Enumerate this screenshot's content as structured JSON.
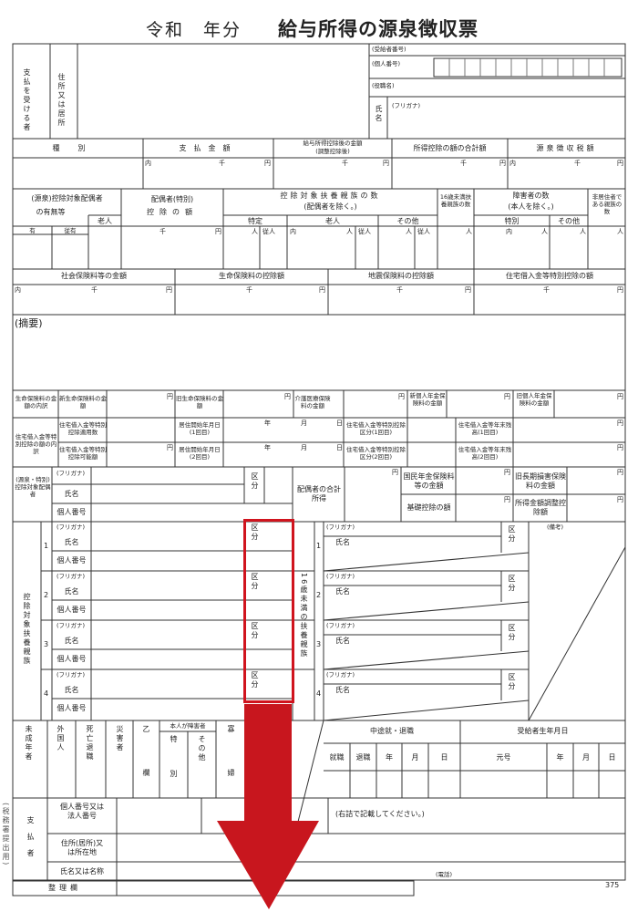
{
  "title": {
    "era": "令和　年分",
    "name": "給与所得の源泉徴収票"
  },
  "recipient": {
    "label": "支払を受ける者",
    "address": "住所又は居所",
    "recipient_no": "(受給者番号)",
    "my_number": "(個人番号)",
    "position": "(役職名)",
    "name": "氏名",
    "furigana": "(フリガナ)"
  },
  "row1": {
    "type": "種別",
    "payment": "支払金額",
    "after_deduction": "給与所得控除後の金額",
    "after_deduction_sub": "(調整控除後)",
    "total_deduction": "所得控除の額の合計額",
    "tax": "源泉徴収税額"
  },
  "units": {
    "uchi": "内",
    "sen": "千",
    "en": "円",
    "nin": "人",
    "ju": "従人",
    "year": "年",
    "month": "月",
    "day": "日"
  },
  "row2": {
    "spouse": "(源泉)控除対象配偶者",
    "spouse2": "の有無等",
    "elderly": "老人",
    "spouse_ded": "配偶者(特別)",
    "spouse_ded2": "控除の額",
    "dependents": "控除対象扶養親族の数",
    "dependents2": "(配偶者を除く。)",
    "specific": "特定",
    "elder": "老人",
    "other": "その他",
    "under16": "16歳未満扶養親族の数",
    "disabled": "障害者の数",
    "disabled2": "(本人を除く。)",
    "special": "特別",
    "other2": "その他",
    "nonresident": "非居住者である親族の数",
    "yes": "有",
    "ju_yes": "従有"
  },
  "row3": {
    "social": "社会保険料等の金額",
    "life": "生命保険料の控除額",
    "quake": "地震保険料の控除額",
    "housing": "住宅借入金等特別控除の額"
  },
  "summary": "(摘要)",
  "life_detail": {
    "label": "生命保険料の金額の内訳",
    "new_life": "新生命保険料の金額",
    "old_life": "旧生命保険料の金額",
    "care": "介護医療保険料の金額",
    "new_pension": "新個人年金保険料の金額",
    "old_pension": "旧個人年金保険料の金額"
  },
  "housing_detail": {
    "label": "住宅借入金等特別控除の額の内訳",
    "count": "住宅借入金等特別控除適用数",
    "possible": "住宅借入金等特別控除可能額",
    "start1": "居住開始年月日(1回目)",
    "start2": "居住開始年月日(2回目)",
    "class1": "住宅借入金等特別控除区分(1回目)",
    "class2": "住宅借入金等特別控除区分(2回目)",
    "bal1": "住宅借入金等年末残高(1回目)",
    "bal2": "住宅借入金等年末残高(2回目)"
  },
  "spouse_sec": {
    "label": "(源泉・特別)控除対象配偶者",
    "furigana": "(フリガナ)",
    "name": "氏名",
    "my_number": "個人番号",
    "kubun": "区分",
    "income": "配偶者の合計所得",
    "pension": "国民年金保険料等の金額",
    "old_ltc": "旧長期損害保険料の金額",
    "basic": "基礎控除の額",
    "adjust": "所得金額調整控除額"
  },
  "deps": {
    "label": "控除対象扶養親族",
    "under16": "16歳未満の扶養親族",
    "remarks": "(備考)",
    "nums": [
      "1",
      "2",
      "3",
      "4"
    ]
  },
  "flags": {
    "minor": "未成年者",
    "foreigner": "外国人",
    "death": "死亡退職",
    "disaster": "災害者",
    "otsu": "乙欄",
    "self_dis": "本人が障害者",
    "special": "特別",
    "other": "その他",
    "widow": "寡婦",
    "midyear": "中途就・退職",
    "hire": "就職",
    "retire": "退職",
    "year": "年",
    "month": "月",
    "day": "日",
    "birth": "受給者生年月日",
    "era": "元号"
  },
  "payer": {
    "side": "(税務署提出用)",
    "label": "支払者",
    "number": "個人番号又は法人番号",
    "number_note": "(右詰で記載してください。)",
    "address": "住所(居所)又は所在地",
    "name": "氏名又は名称",
    "phone": "(電話)"
  },
  "footer": {
    "seiri": "整理欄",
    "code": "375"
  },
  "annotation": {
    "highlight_color": "#d0141e"
  }
}
